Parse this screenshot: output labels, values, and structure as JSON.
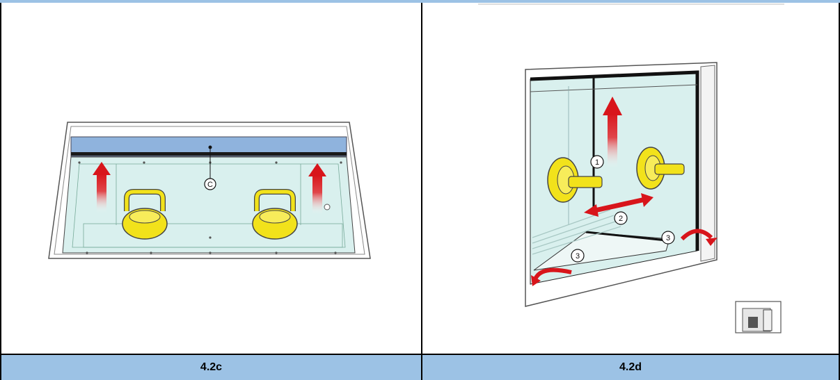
{
  "figures": [
    {
      "caption": "4.2c",
      "callouts": [
        "C"
      ]
    },
    {
      "caption": "4.2d",
      "callouts": [
        "1",
        "2",
        "3",
        "3"
      ]
    }
  ],
  "colors": {
    "caption_bg": "#9cc2e5",
    "glass": "#d9f0ee",
    "frame_blue": "#8fb3dd",
    "suction_cup": "#f2e21b",
    "arrow_red": "#d8151b"
  }
}
